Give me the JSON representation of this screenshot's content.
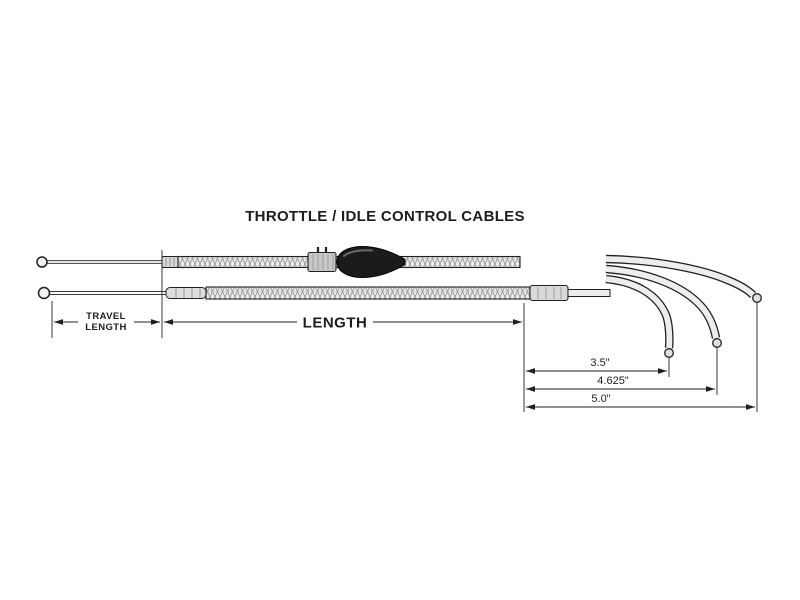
{
  "diagram": {
    "title": "THROTTLE / IDLE CONTROL CABLES",
    "labels": {
      "travel_line1": "TRAVEL",
      "travel_line2": "LENGTH",
      "length": "LENGTH",
      "dim_short": "3.5\"",
      "dim_mid": "4.625\"",
      "dim_long": "5.0\""
    },
    "colors": {
      "line": "#231f20",
      "braid_light": "#ececec",
      "braid_dark": "#8f8f8f",
      "boot_dark": "#1b1b1b",
      "fitting_gray": "#d9d9d9",
      "background": "#ffffff"
    }
  }
}
